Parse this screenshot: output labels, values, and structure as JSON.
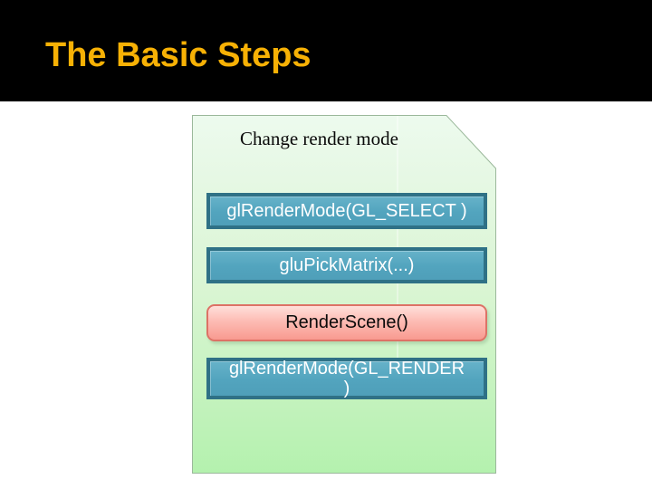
{
  "header": {
    "title": "The Basic Steps"
  },
  "diagram": {
    "heading": "Change render mode",
    "steps": [
      {
        "id": "step-select",
        "label": "glRenderMode(GL_SELECT )",
        "style": "blue"
      },
      {
        "id": "step-pickmatrix",
        "label": "gluPickMatrix(...)",
        "style": "blue"
      },
      {
        "id": "step-renderscene",
        "label": "RenderScene()",
        "style": "pink"
      },
      {
        "id": "step-render",
        "label": "glRenderMode(GL_RENDER\n)",
        "style": "blue"
      }
    ]
  },
  "colors": {
    "header_bg": "#000000",
    "title_text": "#F7B105",
    "panel_gradient_top": "#EDFAEE",
    "panel_gradient_bottom": "#B4F1AE",
    "panel_border": "#9BB89B",
    "blue_box_fill": "#5AAAC3",
    "blue_box_border": "#2F7186",
    "blue_box_text": "#FFFFFF",
    "pink_box_top": "#FFDFDA",
    "pink_box_bottom": "#F89A90",
    "pink_box_border": "#DD7266",
    "heading_text": "#0A0A0A"
  }
}
